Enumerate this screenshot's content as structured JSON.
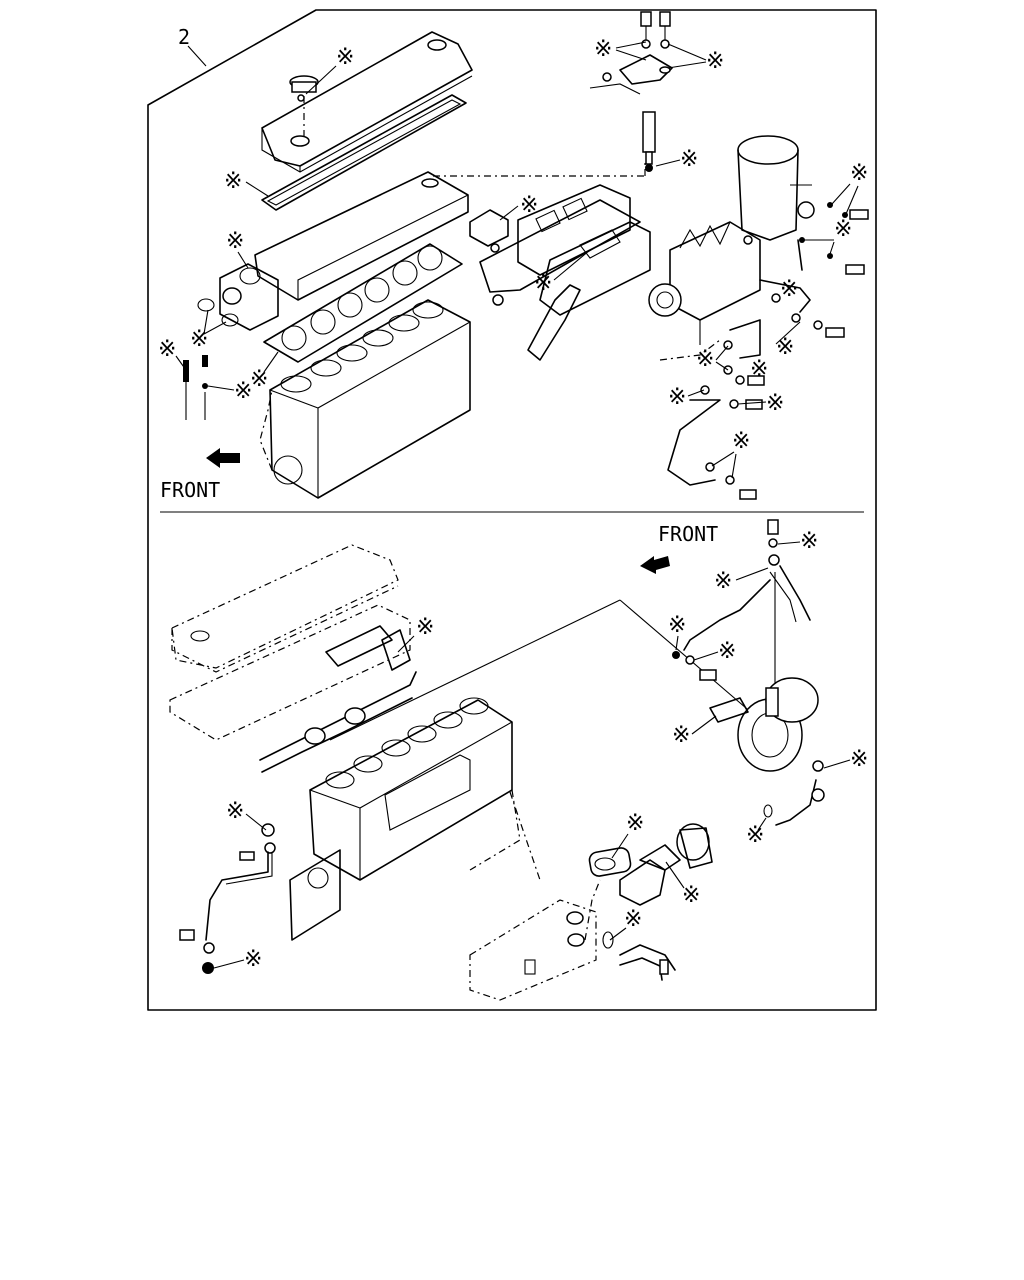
{
  "figure": {
    "callout_number": "2",
    "front_label_top": "FRONT",
    "front_label_bottom": "FRONT",
    "gasket_mark": "※",
    "line_color": "#000000",
    "background_color": "#ffffff"
  }
}
